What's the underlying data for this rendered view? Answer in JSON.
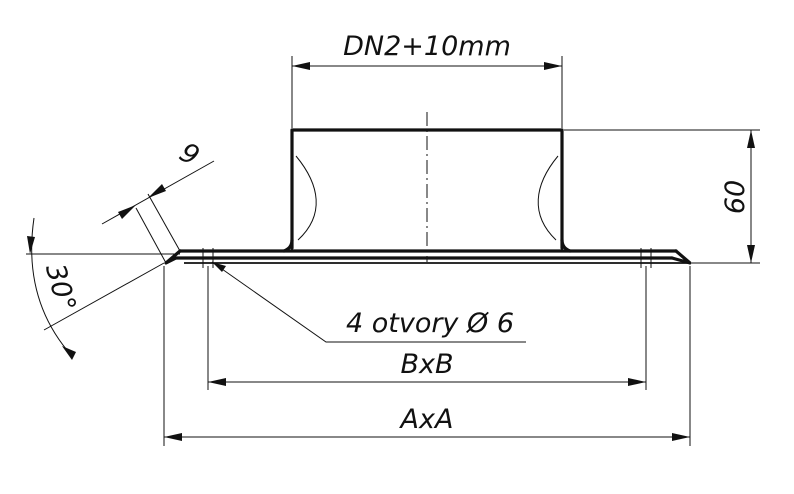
{
  "drawing": {
    "labels": {
      "neck_width": "DN2+10mm",
      "neck_height": "60",
      "flange_thickness": "9",
      "angle": "30°",
      "holes": "4 otvory Ø 6",
      "hole_spacing": "BxB",
      "overall_width": "AxA"
    },
    "line_color": "#111111"
  }
}
